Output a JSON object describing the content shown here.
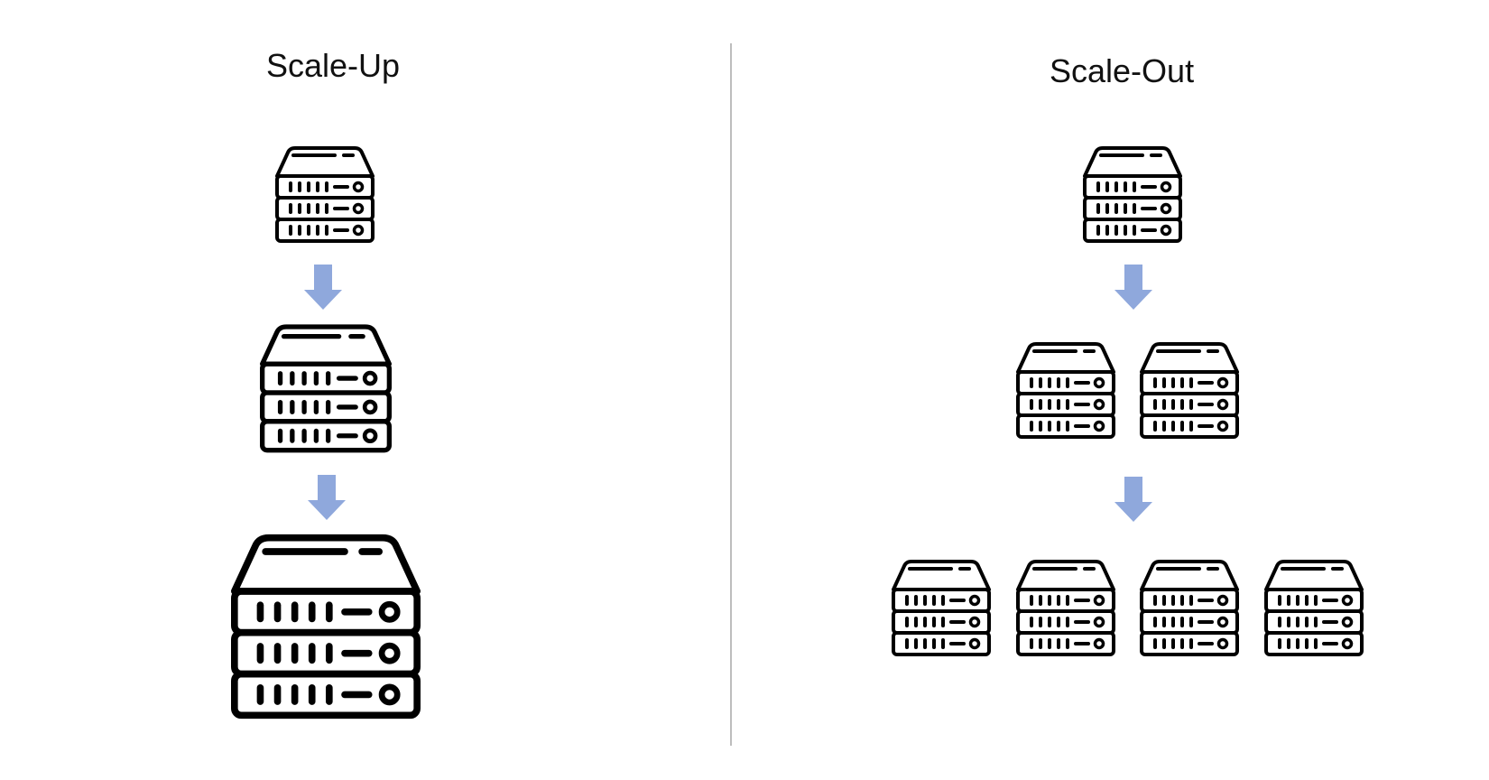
{
  "panels": {
    "scale_up": {
      "title": "Scale-Up",
      "server_icon": "server-rack-icon",
      "arrow_icon": "arrow-down-icon",
      "servers": 3
    },
    "scale_out": {
      "title": "Scale-Out",
      "server_icon": "server-rack-icon",
      "arrow_icon": "arrow-down-icon",
      "tiers": [
        1,
        2,
        4
      ]
    }
  },
  "colors": {
    "arrow": "#8fa8dc",
    "icon_stroke": "#000000",
    "divider": "#bdbdbd",
    "background": "#ffffff"
  }
}
